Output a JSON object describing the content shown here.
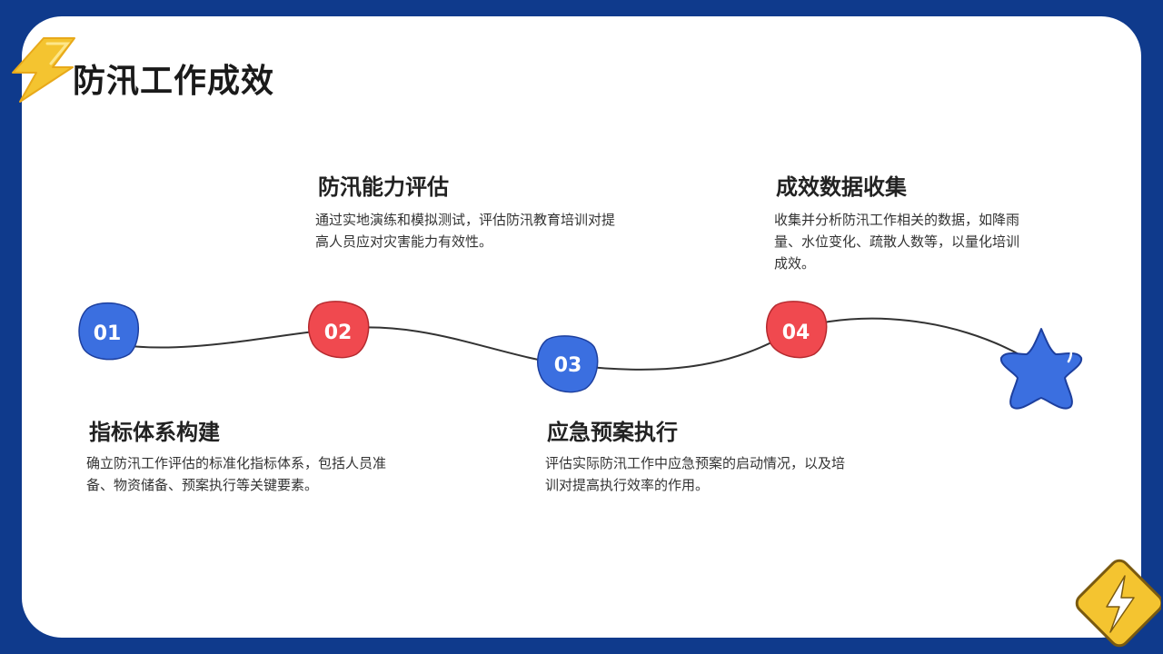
{
  "page_title": "防汛工作成效",
  "colors": {
    "frame": "#0f3a8c",
    "blue_node": "#3b6fe0",
    "red_node": "#f0494f",
    "star": "#3b6fe0",
    "bolt": "#f4c430"
  },
  "steps": [
    {
      "num": "01",
      "title": "指标体系构建",
      "desc_1": "确立防汛工作评估的标准化指标体系，包括人员准",
      "desc_2": "备、物资储备、预案执行等关键要素。"
    },
    {
      "num": "02",
      "title": "防汛能力评估",
      "desc_1": "通过实地演练和模拟测试，评估防汛教育培训对提",
      "desc_2": "高人员应对灾害能力有效性。"
    },
    {
      "num": "03",
      "title": "应急预案执行",
      "desc_1": "评估实际防汛工作中应急预案的启动情况，以及培",
      "desc_2": "训对提高执行效率的作用。"
    },
    {
      "num": "04",
      "title": "成效数据收集",
      "desc_1": "收集并分析防汛工作相关的数据，如降雨",
      "desc_2": "量、水位变化、疏散人数等，以量化培训",
      "desc_3": "成效。"
    }
  ],
  "icons": {
    "top_left": "lightning-bolt-icon",
    "bottom_right": "lightning-bolt-icon",
    "end_marker": "star-icon"
  }
}
